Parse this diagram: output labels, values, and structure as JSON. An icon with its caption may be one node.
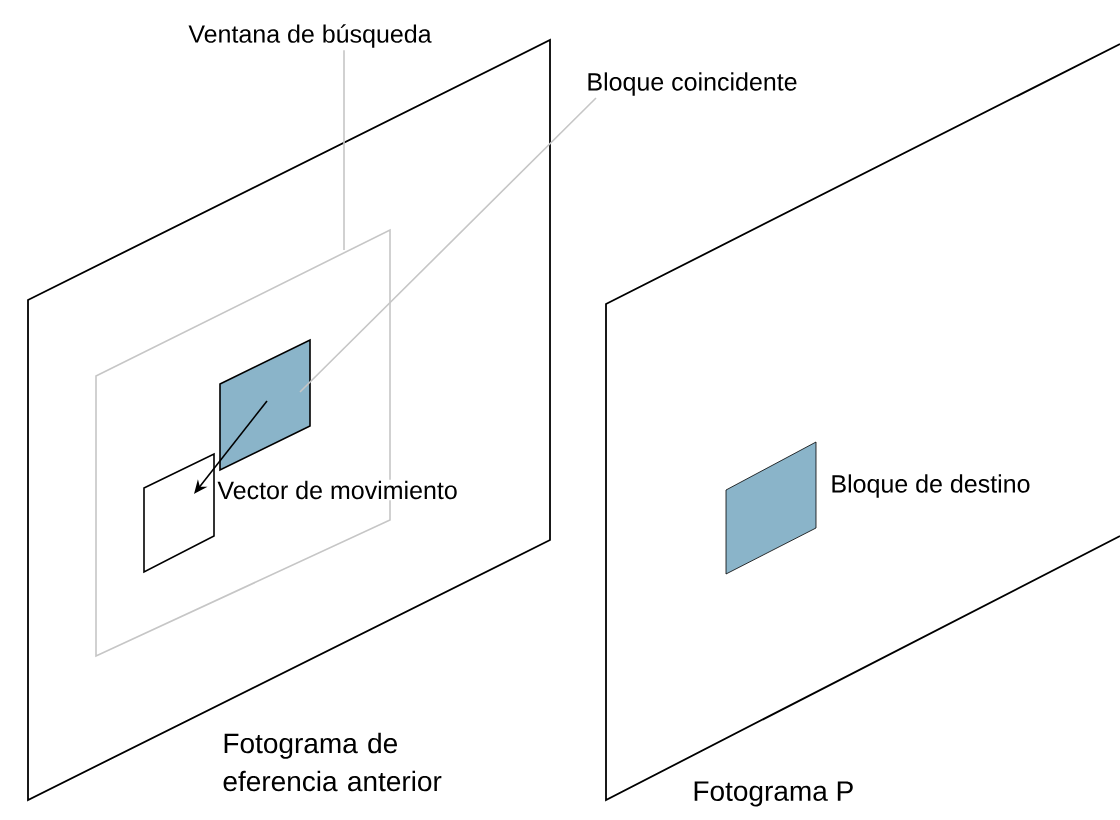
{
  "diagram": {
    "nodes": [
      {
        "text": [
          "Ventana de búsqueda"
        ]
      },
      {
        "text": [
          "Bloque coincidente"
        ]
      },
      {
        "text": [
          "Fotograma de eferencia anterior"
        ]
      },
      {
        "text": [],
        "shape": "box",
        "in": 2
      },
      {
        "text": [],
        "shape": "box",
        "in": 3
      },
      {
        "text": [],
        "shape": "box",
        "in": 3
      },
      {
        "text": [
          "Fotograma P"
        ]
      },
      {
        "text": [],
        "shape": "box",
        "in": 6,
        "beside": [
          "Bloque de destino"
        ]
      }
    ],
    "edges": [
      {
        "from": 0,
        "to": 3,
        "arrow": "none"
      },
      {
        "from": 1,
        "to": 4,
        "arrow": "none"
      },
      {
        "from": 4,
        "to": 5,
        "arrow": "to",
        "label": "Vector de movimiento",
        "color": "#000000"
      }
    ]
  }
}
